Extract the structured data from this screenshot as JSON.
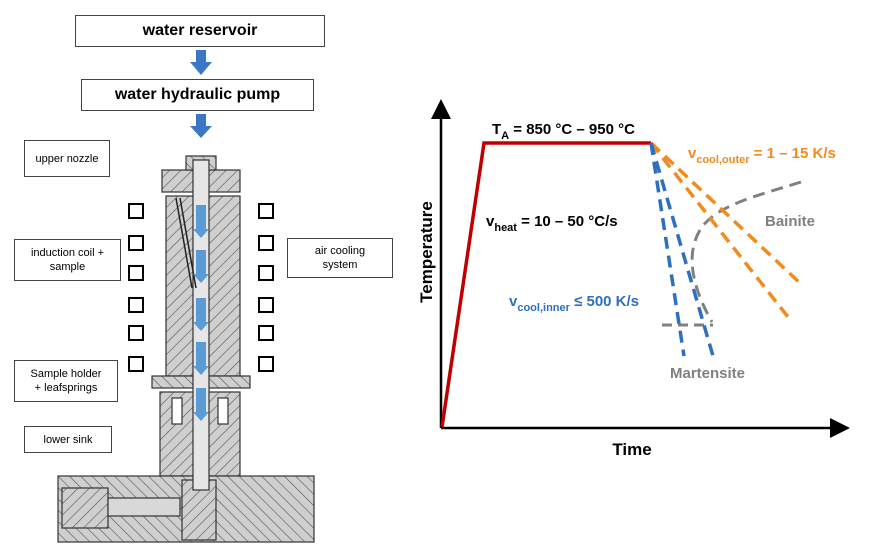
{
  "flow": {
    "reservoir": "water reservoir",
    "pump": "water hydraulic pump"
  },
  "labels_left": {
    "upper_nozzle": "upper nozzle",
    "induction_line1": "induction coil +",
    "induction_line2": "sample",
    "holder_line1": "Sample holder",
    "holder_line2": "+ leafsprings",
    "lower_sink": "lower sink"
  },
  "labels_right": {
    "air_line1": "air cooling",
    "air_line2": "system"
  },
  "graph": {
    "ylabel": "Temperature",
    "xlabel": "Time",
    "ta_main": "T",
    "ta_sub": "A",
    "ta_rest": " = 850 °C – 950 °C",
    "vheat_main": "v",
    "vheat_sub": "heat",
    "vheat_rest": " =  10 – 50 °C/s",
    "vouter_main": "v",
    "vouter_sub": "cool,outer",
    "vouter_rest": " =  1 – 15 K/s",
    "vinner_main": "v",
    "vinner_sub": "cool,inner",
    "vinner_rest": " ≤  500 K/s",
    "bainite": "Bainite",
    "martensite": "Martensite"
  },
  "colors": {
    "arrow_blue": "#3a78c3",
    "heating_red": "#c00000",
    "outer_orange": "#f28a1c",
    "inner_blue": "#2e6fbf",
    "transform_gray": "#808080"
  }
}
